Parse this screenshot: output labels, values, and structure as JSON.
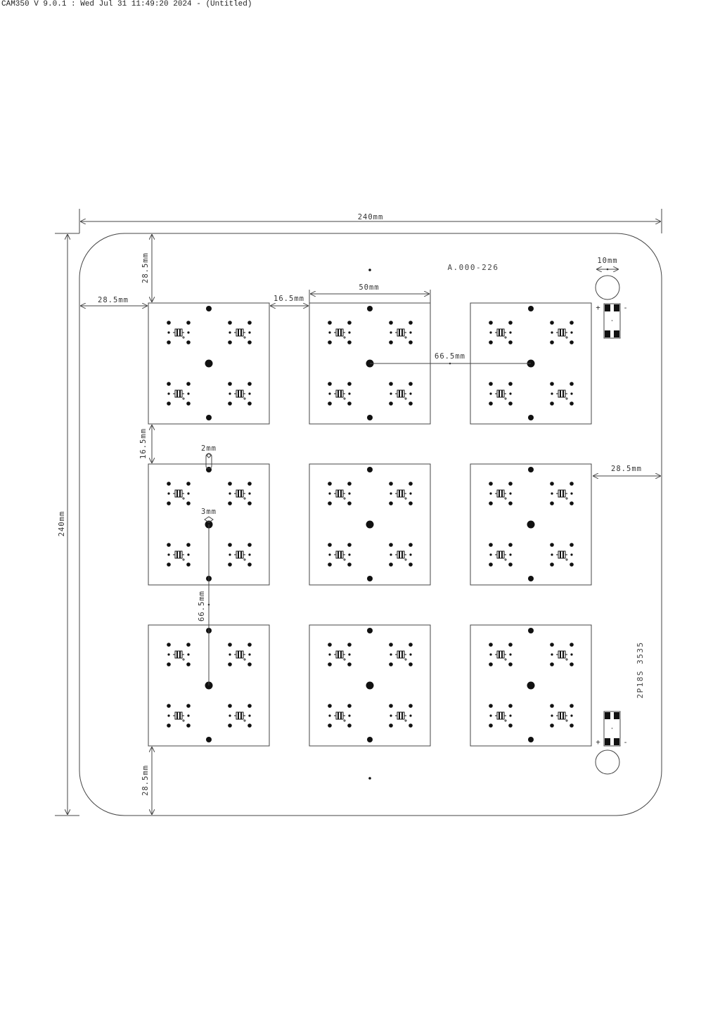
{
  "header": {
    "title": "CAM350 V 9.0.1 : Wed Jul 31 11:49:20 2024 - (Untitled)"
  },
  "board": {
    "part_number": "A.000-226",
    "config_label": "2P18S 3535",
    "module_rows": 3,
    "module_cols": 3
  },
  "dimensions": {
    "board_width": "240mm",
    "board_height": "240mm",
    "top_margin": "28.5mm",
    "left_margin": "28.5mm",
    "gap_horizontal": "16.5mm",
    "module_width": "50mm",
    "pitch_horizontal": "66.5mm",
    "gap_vertical": "16.5mm",
    "slot_width": "2mm",
    "hole_diameter": "3mm",
    "pitch_vertical": "66.5mm",
    "right_margin": "28.5mm",
    "bottom_margin": "28.5mm",
    "mount_hole": "10mm"
  },
  "connectors": {
    "plus": "+",
    "minus": "-"
  }
}
